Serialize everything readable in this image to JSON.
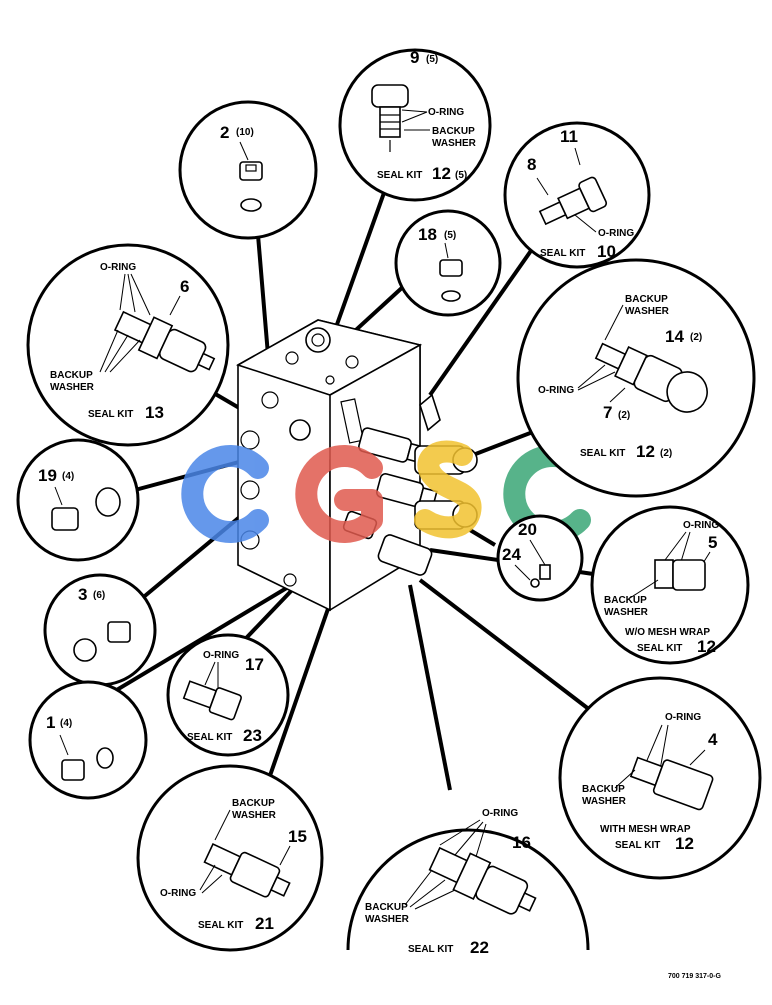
{
  "labels": {
    "p9": "9",
    "p9q": "(5)",
    "p2": "2",
    "p2q": "(10)",
    "p11": "11",
    "p8": "8",
    "p18": "18",
    "p18q": "(5)",
    "p6": "6",
    "p14": "14",
    "p14q": "(2)",
    "p7": "7",
    "p7q": "(2)",
    "p19": "19",
    "p19q": "(4)",
    "p20": "20",
    "p24": "24",
    "p5": "5",
    "p3": "3",
    "p3q": "(6)",
    "p17": "17",
    "p1": "1",
    "p1q": "(4)",
    "p4": "4",
    "p15": "15",
    "p16": "16"
  },
  "text": {
    "oring": "O-RING",
    "backup": "BACKUP",
    "washer": "WASHER",
    "seal_kit": "SEAL KIT",
    "wo_mesh": "W/O MESH WRAP",
    "with_mesh": "WITH MESH WRAP"
  },
  "kits": {
    "k9": "12",
    "k9q": "(5)",
    "k10": "10",
    "k13": "13",
    "k12a": "12",
    "k12aq": "(2)",
    "k12b": "12",
    "k12c": "12",
    "k23": "23",
    "k21": "21",
    "k22": "22"
  },
  "figure_id": "700 719 317-0-G",
  "watermark": "CGSC",
  "colors": {
    "blue": "#4a86e8",
    "red": "#e05a4e",
    "yellow": "#f2c230",
    "green": "#3aa676"
  }
}
